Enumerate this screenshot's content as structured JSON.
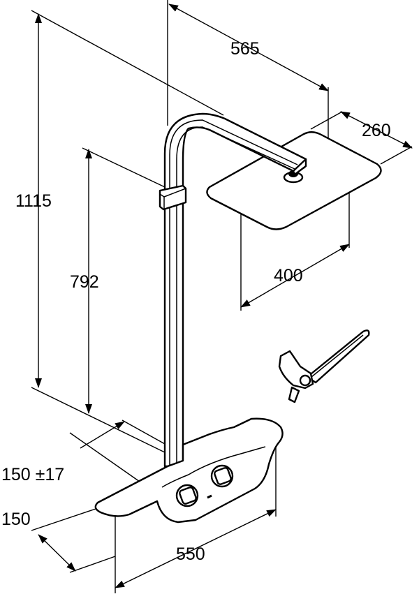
{
  "dimensions": {
    "total_height": "1115",
    "arm_projection": "565",
    "head_depth": "260",
    "head_width": "400",
    "thermostat_height": "792",
    "wall_distance": "150 ±17",
    "base_depth": "150",
    "base_width": "550"
  }
}
